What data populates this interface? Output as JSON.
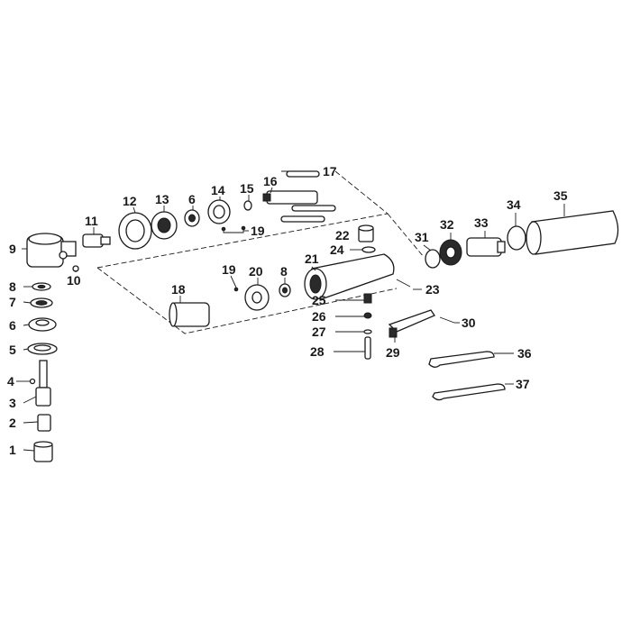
{
  "parts": [
    {
      "id": "p1",
      "label": "1"
    },
    {
      "id": "p2",
      "label": "2"
    },
    {
      "id": "p3",
      "label": "3"
    },
    {
      "id": "p4",
      "label": "4"
    },
    {
      "id": "p5",
      "label": "5"
    },
    {
      "id": "p6a",
      "label": "6"
    },
    {
      "id": "p7",
      "label": "7"
    },
    {
      "id": "p8a",
      "label": "8"
    },
    {
      "id": "p9",
      "label": "9"
    },
    {
      "id": "p10",
      "label": "10"
    },
    {
      "id": "p11",
      "label": "11"
    },
    {
      "id": "p12",
      "label": "12"
    },
    {
      "id": "p13",
      "label": "13"
    },
    {
      "id": "p6b",
      "label": "6"
    },
    {
      "id": "p14",
      "label": "14"
    },
    {
      "id": "p15",
      "label": "15"
    },
    {
      "id": "p16",
      "label": "16"
    },
    {
      "id": "p17",
      "label": "17"
    },
    {
      "id": "p19a",
      "label": "19"
    },
    {
      "id": "p18",
      "label": "18"
    },
    {
      "id": "p19b",
      "label": "19"
    },
    {
      "id": "p20",
      "label": "20"
    },
    {
      "id": "p8b",
      "label": "8"
    },
    {
      "id": "p21",
      "label": "21"
    },
    {
      "id": "p22",
      "label": "22"
    },
    {
      "id": "p24",
      "label": "24"
    },
    {
      "id": "p23",
      "label": "23"
    },
    {
      "id": "p25",
      "label": "25"
    },
    {
      "id": "p26",
      "label": "26"
    },
    {
      "id": "p27",
      "label": "27"
    },
    {
      "id": "p28",
      "label": "28"
    },
    {
      "id": "p29",
      "label": "29"
    },
    {
      "id": "p30",
      "label": "30"
    },
    {
      "id": "p31",
      "label": "31"
    },
    {
      "id": "p32",
      "label": "32"
    },
    {
      "id": "p33",
      "label": "33"
    },
    {
      "id": "p34",
      "label": "34"
    },
    {
      "id": "p35",
      "label": "35"
    },
    {
      "id": "p36",
      "label": "36"
    },
    {
      "id": "p37",
      "label": "37"
    }
  ]
}
